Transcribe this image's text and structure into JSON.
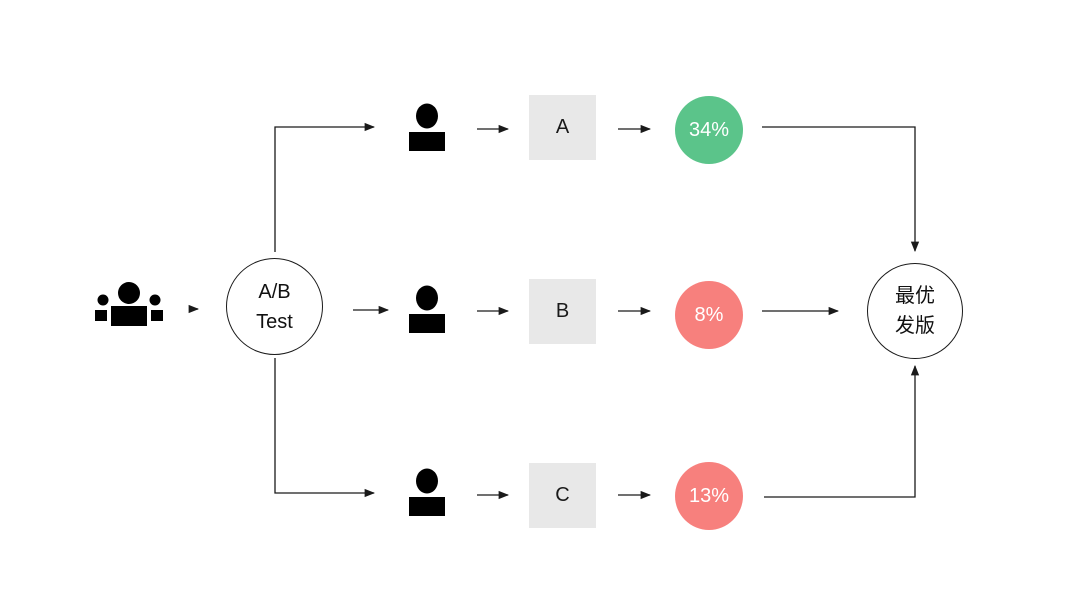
{
  "colors": {
    "line": "#1a1a1a",
    "icon": "#000000",
    "variant_box": "#e8e8e8",
    "rate_good": "#5bc48a",
    "rate_bad": "#f7807d"
  },
  "icons": {
    "audience": "user-group-icon",
    "user": "user-icon"
  },
  "ab_test": {
    "line1": "A/B",
    "line2": "Test"
  },
  "branches": [
    {
      "variant": "A",
      "rate": "34%",
      "status": "good"
    },
    {
      "variant": "B",
      "rate": "8%",
      "status": "bad"
    },
    {
      "variant": "C",
      "rate": "13%",
      "status": "bad"
    }
  ],
  "result": {
    "line1": "最优",
    "line2": "发版"
  }
}
